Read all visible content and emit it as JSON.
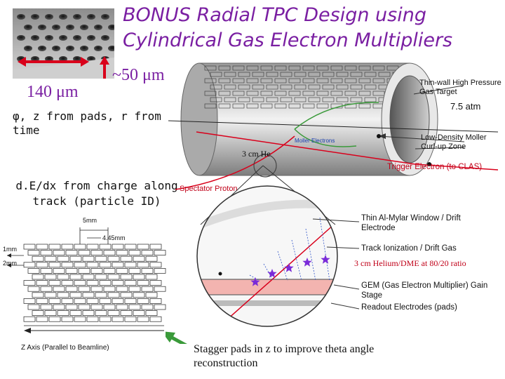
{
  "title": {
    "line1": "BONUS Radial TPC Design using",
    "line2": "Cylindrical Gas Electron Multipliers"
  },
  "microscope": {
    "scale_140": "140 μm",
    "scale_50": "~50 μm"
  },
  "notes": {
    "phi_z_r": "φ, z from pads, r from time",
    "dedx": "d.E/dx from charge along track (particle ID)",
    "stagger": "Stagger pads in z to improve theta angle reconstruction"
  },
  "detector": {
    "thin_wall": "Thin-wall High Pressure Gas Target",
    "pressure": "7.5 atm",
    "moller_zone": "Low-Density Moller Curl-up Zone",
    "moller_electrons": "Moller Electrons",
    "he_3cm": "3 cm He",
    "trigger": "Trigger Electron (to CLAS)",
    "spectator": "Spectator Proton"
  },
  "cross_section": {
    "window": "Thin Al-Mylar Window / Drift Electrode",
    "ionization": "Track Ionization / Drift Gas",
    "helium_dme": "3 cm Helium/DME at 80/20 ratio",
    "gem": "GEM (Gas Electron Multiplier) Gain Stage",
    "readout": "Readout Electrodes (pads)"
  },
  "pad_layout": {
    "dim_5mm": "5mm",
    "dim_445mm": "4.45mm",
    "dim_1mm": "1mm",
    "dim_2mm": "2mm",
    "z_axis": "Z Axis (Parallel to Beamline)",
    "rows": 13,
    "cols": 11
  },
  "colors": {
    "title": "#7a1fa2",
    "red_arrow": "#d9001b",
    "green_arrow": "#3a9a3a",
    "pink_layer": "#f3b4b0",
    "star": "#7a2bd8"
  }
}
